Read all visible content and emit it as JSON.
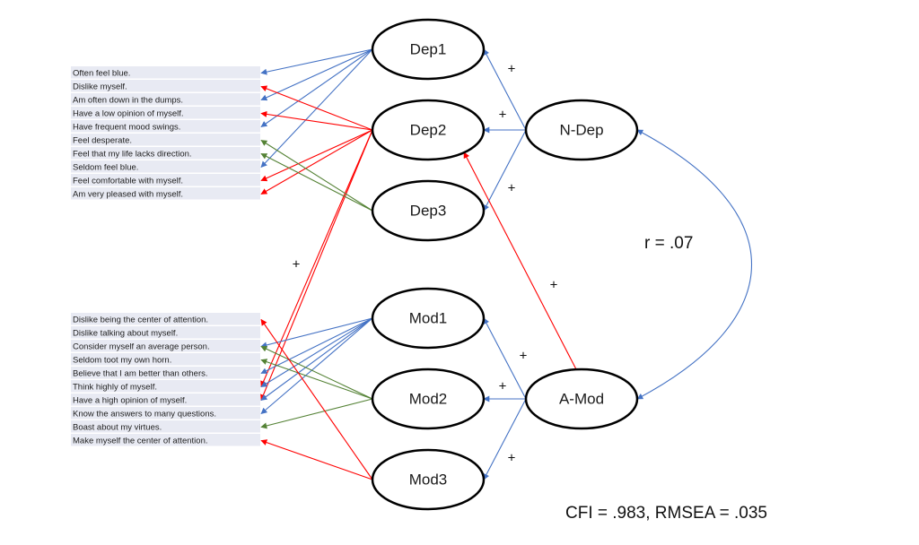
{
  "colors": {
    "blue": "#4472C4",
    "red": "#FF0000",
    "green": "#548235",
    "item_bg": "#E8EAF3",
    "node_stroke": "#000000"
  },
  "item_groups": [
    {
      "name": "depression-items",
      "items": [
        "Often feel blue.",
        "Dislike myself.",
        "Am often down in the dumps.",
        "Have a low opinion of myself.",
        "Have frequent mood swings.",
        "Feel desperate.",
        "Feel that my life lacks direction.",
        "Seldom feel blue.",
        "Feel comfortable with myself.",
        "Am very pleased with myself."
      ]
    },
    {
      "name": "modesty-items",
      "items": [
        "Dislike being the center of attention.",
        "Dislike talking about myself.",
        "Consider myself an average person.",
        "Seldom toot my own horn.",
        "Believe that I am better than others.",
        "Think highly of myself.",
        "Have a high opinion of myself.",
        "Know the answers to many questions.",
        "Boast about my virtues.",
        "Make myself the center of attention."
      ]
    }
  ],
  "factors": [
    {
      "id": "Dep1",
      "label": "Dep1"
    },
    {
      "id": "Dep2",
      "label": "Dep2"
    },
    {
      "id": "Dep3",
      "label": "Dep3"
    },
    {
      "id": "Mod1",
      "label": "Mod1"
    },
    {
      "id": "Mod2",
      "label": "Mod2"
    },
    {
      "id": "Mod3",
      "label": "Mod3"
    },
    {
      "id": "NDep",
      "label": "N-Dep"
    },
    {
      "id": "AMod",
      "label": "A-Mod"
    }
  ],
  "loadings": [
    {
      "from": "Dep1",
      "group": 0,
      "item": 0,
      "color": "blue"
    },
    {
      "from": "Dep1",
      "group": 0,
      "item": 2,
      "color": "blue"
    },
    {
      "from": "Dep1",
      "group": 0,
      "item": 4,
      "color": "blue"
    },
    {
      "from": "Dep1",
      "group": 0,
      "item": 7,
      "color": "blue"
    },
    {
      "from": "Dep2",
      "group": 0,
      "item": 1,
      "color": "red"
    },
    {
      "from": "Dep2",
      "group": 0,
      "item": 3,
      "color": "red"
    },
    {
      "from": "Dep2",
      "group": 0,
      "item": 8,
      "color": "red"
    },
    {
      "from": "Dep2",
      "group": 0,
      "item": 9,
      "color": "red"
    },
    {
      "from": "Dep2",
      "group": 1,
      "item": 5,
      "color": "red"
    },
    {
      "from": "Dep2",
      "group": 1,
      "item": 6,
      "color": "red"
    },
    {
      "from": "Dep3",
      "group": 0,
      "item": 5,
      "color": "green"
    },
    {
      "from": "Dep3",
      "group": 0,
      "item": 6,
      "color": "green"
    },
    {
      "from": "Mod1",
      "group": 1,
      "item": 2,
      "color": "blue"
    },
    {
      "from": "Mod1",
      "group": 1,
      "item": 4,
      "color": "blue"
    },
    {
      "from": "Mod1",
      "group": 1,
      "item": 5,
      "color": "blue"
    },
    {
      "from": "Mod1",
      "group": 1,
      "item": 6,
      "color": "blue"
    },
    {
      "from": "Mod1",
      "group": 1,
      "item": 7,
      "color": "blue"
    },
    {
      "from": "Mod2",
      "group": 1,
      "item": 2,
      "color": "green"
    },
    {
      "from": "Mod2",
      "group": 1,
      "item": 3,
      "color": "green"
    },
    {
      "from": "Mod2",
      "group": 1,
      "item": 8,
      "color": "green"
    },
    {
      "from": "Mod3",
      "group": 1,
      "item": 0,
      "color": "red"
    },
    {
      "from": "Mod3",
      "group": 1,
      "item": 9,
      "color": "red"
    }
  ],
  "paths": [
    {
      "from": "NDep",
      "to": "Dep1",
      "color": "blue",
      "sign": "+"
    },
    {
      "from": "NDep",
      "to": "Dep2",
      "color": "blue",
      "sign": "+"
    },
    {
      "from": "NDep",
      "to": "Dep3",
      "color": "blue",
      "sign": "+"
    },
    {
      "from": "AMod",
      "to": "Mod1",
      "color": "blue",
      "sign": "+"
    },
    {
      "from": "AMod",
      "to": "Mod2",
      "color": "blue",
      "sign": "+"
    },
    {
      "from": "AMod",
      "to": "Mod3",
      "color": "blue",
      "sign": "+"
    },
    {
      "from": "AMod",
      "to": "Dep2",
      "color": "red",
      "sign": "+"
    }
  ],
  "cross_loading_sign": "+",
  "correlation": {
    "between": [
      "NDep",
      "AMod"
    ],
    "label": "r = .07",
    "value": 0.07
  },
  "fit": {
    "label": "CFI = .983, RMSEA = .035",
    "CFI": 0.983,
    "RMSEA": 0.035
  }
}
